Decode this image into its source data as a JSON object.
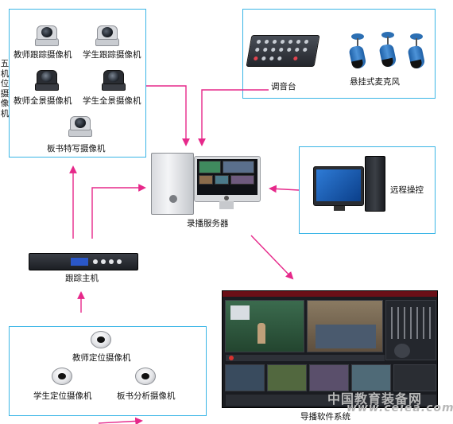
{
  "group_camera": {
    "title": "五机位摄像机",
    "cameras": {
      "teacher_track": "教师跟踪摄像机",
      "student_track": "学生跟踪摄像机",
      "teacher_pano": "教师全景摄像机",
      "student_pano": "学生全景摄像机",
      "board_closeup": "板书特写摄像机"
    }
  },
  "audio": {
    "mixer": "调音台",
    "mics": "悬挂式麦克风"
  },
  "server": "录播服务器",
  "remote": "远程操控",
  "tracker": "跟踪主机",
  "positioning": {
    "teacher": "教师定位摄像机",
    "student": "学生定位摄像机",
    "board": "板书分析摄像机"
  },
  "software": "导播软件系统",
  "watermark_cn": "中国教育装备网",
  "watermark_en": "www.ceiea.com",
  "colors": {
    "box_border": "#3ab5e6",
    "arrow": "#e6288a"
  }
}
